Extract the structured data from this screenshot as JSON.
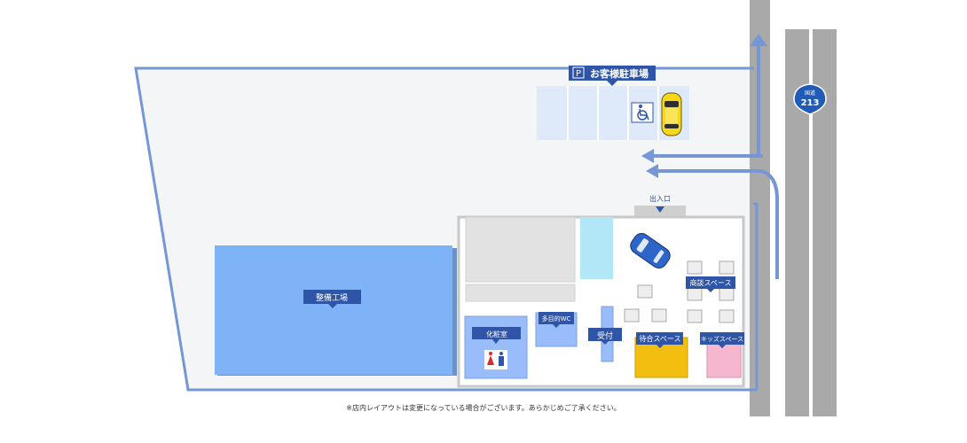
{
  "colors": {
    "lot": "#f4f5f7",
    "boundary": "#7597d6",
    "road": "#a9a9a9",
    "label_bg": "#2e55a8",
    "workshop": "#7fb3f7",
    "tile": "#e2e2e2",
    "reception": "#98bdfa",
    "waiting": "#f2bf10",
    "kids": "#f6b6d0",
    "parking": "#deeafa",
    "window": "#b2e7f8"
  },
  "route_sign": {
    "label": "国道",
    "number": "213"
  },
  "labels": {
    "parking": "お客様駐車場",
    "parking_badge": "P",
    "entrance": "出入口",
    "workshop": "整備工場",
    "powder_room": "化粧室",
    "multipurpose_wc": "多目的WC",
    "reception": "受付",
    "waiting_space": "待合スペース",
    "kids_space": "キッズスペース",
    "meeting_space": "商談スペース"
  },
  "icons": {
    "wheelchair": "wheelchair-icon",
    "restroom": "restroom-icon",
    "parking": "parking-icon",
    "car": "car-icon",
    "arrow": "arrow-icon"
  },
  "note": "※店内レイアウトは変更になっている場合がございます。あらかじめご了承ください。"
}
